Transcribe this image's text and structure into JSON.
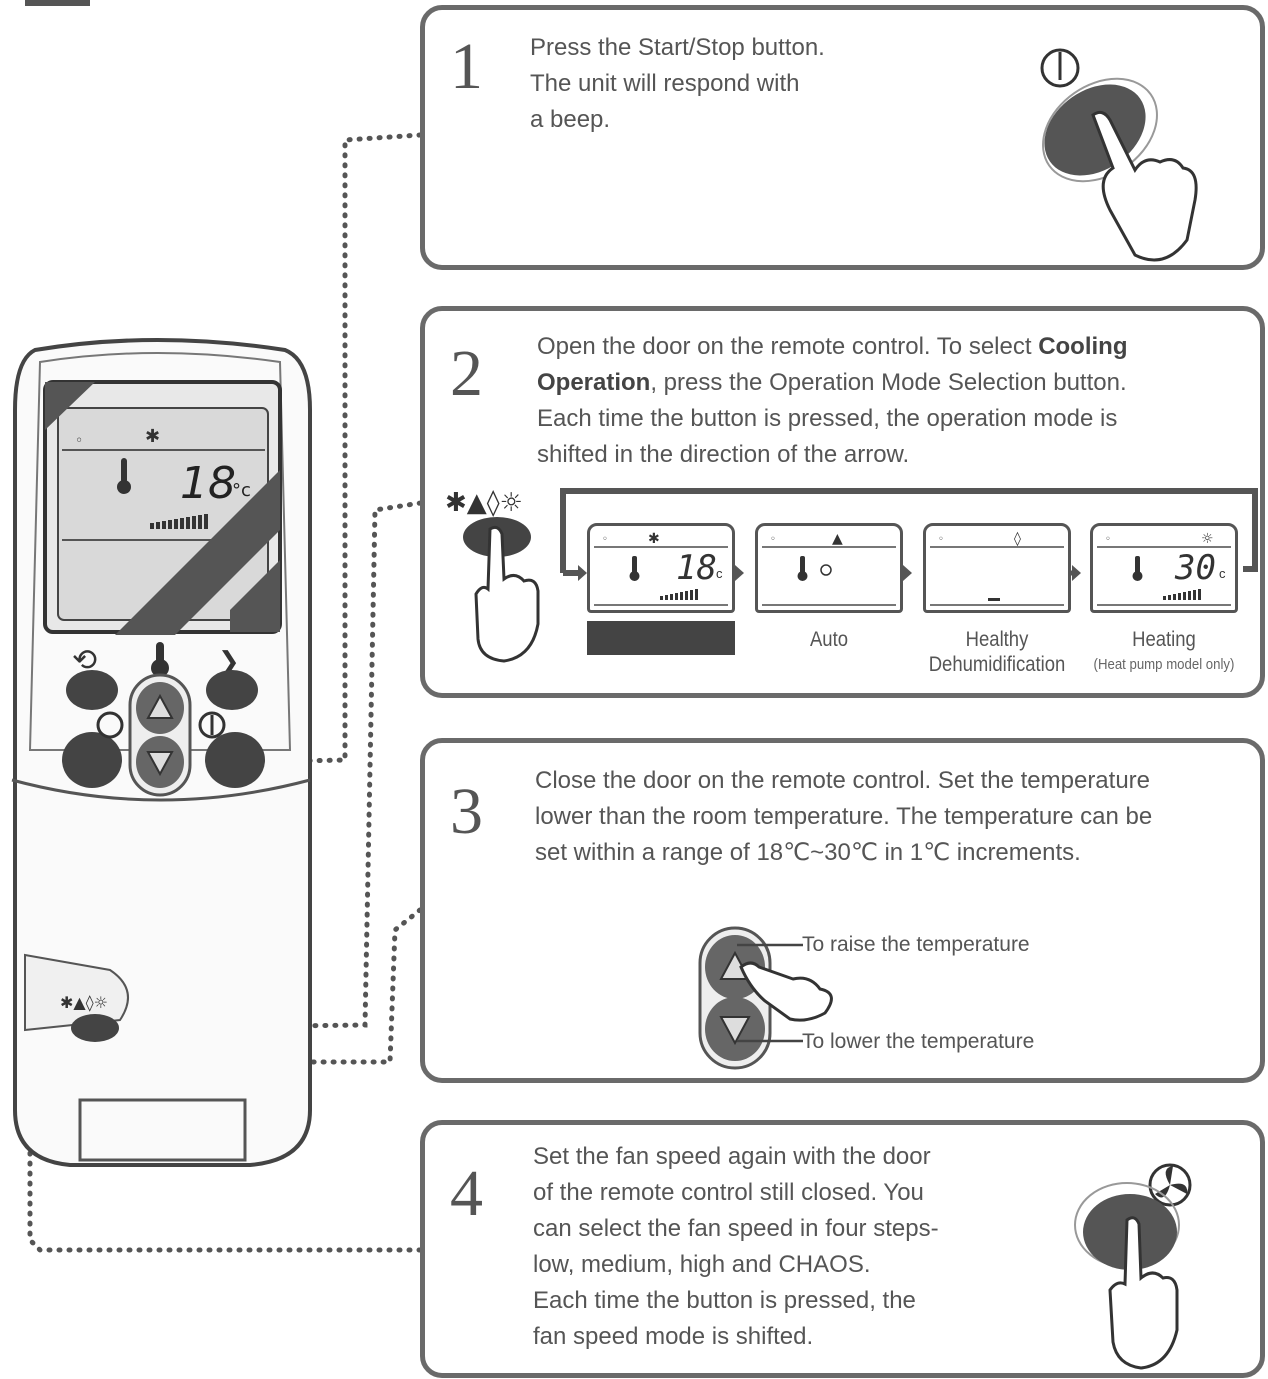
{
  "step1": {
    "number": "1",
    "lines": [
      "Press the Start/Stop button.",
      "The unit will respond with",
      "a beep."
    ]
  },
  "step2": {
    "number": "2",
    "line1_pre": "Open the door on the remote control. To select ",
    "line1_bold": "Cooling",
    "line2_bold": "Operation",
    "line2_post": ", press the Operation Mode Selection button.",
    "line3": "Each time the button is pressed, the operation mode is",
    "line4": "shifted in the direction of the arrow.",
    "modes": [
      {
        "label": "",
        "temp": "18",
        "unit": "c"
      },
      {
        "label": "Auto",
        "temp": "",
        "unit": ""
      },
      {
        "label_line1": "Healthy",
        "label_line2": "Dehumidification",
        "temp": "",
        "unit": ""
      },
      {
        "label_line1": "Heating",
        "label_line2": "(Heat pump model only)",
        "temp": "30",
        "unit": "c"
      }
    ]
  },
  "step3": {
    "number": "3",
    "lines": [
      "Close the door on the remote control. Set the temperature",
      "lower than the room temperature. The temperature can be",
      "set within a range of 18℃~30℃ in 1℃ increments."
    ],
    "raise": "To raise the temperature",
    "lower": "To lower the temperature"
  },
  "step4": {
    "number": "4",
    "lines": [
      "Set the fan speed again with the door",
      "of the remote control still closed. You",
      "can select the fan speed in four steps-",
      "low, medium, high and CHAOS.",
      "Each time the button is pressed, the",
      "fan speed mode is shifted."
    ]
  },
  "remote": {
    "display_temp": "18",
    "display_unit": "°c"
  },
  "icons": {
    "power": "power-icon",
    "fan": "fan-icon",
    "mode": "mode-icons",
    "thermometer": "thermometer-icon",
    "hand": "pointing-hand-icon"
  },
  "colors": {
    "frame": "#6a6a6a",
    "button": "#444444",
    "text": "#555555"
  }
}
